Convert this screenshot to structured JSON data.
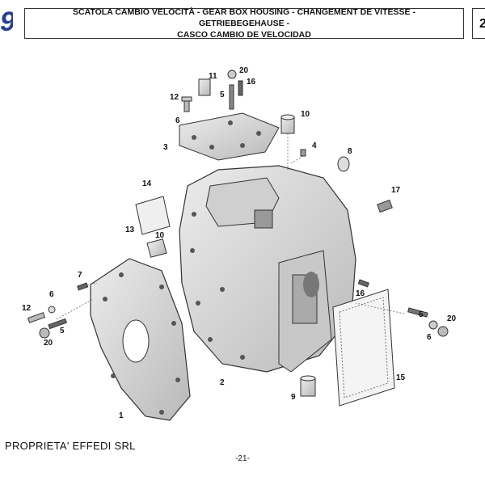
{
  "header": {
    "logo_letter": "9",
    "title_line1": "SCATOLA CAMBIO VELOCITÀ - GEAR BOX HOUSING - CHANGEMENT DE VITESSE - GETRIEBEGEHAUSE -",
    "title_line2": "CASCO CAMBIO DE VELOCIDAD",
    "section_number": "2"
  },
  "diagram": {
    "callouts": [
      "1",
      "2",
      "3",
      "4",
      "5",
      "5",
      "5",
      "6",
      "6",
      "6",
      "7",
      "8",
      "9",
      "10",
      "10",
      "11",
      "12",
      "12",
      "13",
      "14",
      "15",
      "16",
      "16",
      "17",
      "20",
      "20",
      "20"
    ]
  },
  "footer": {
    "owner": "PROPRIETA' EFFEDI SRL",
    "page_number": "-21-"
  },
  "colors": {
    "logo": "#2a3f8f",
    "part_fill": "#d9d9d9",
    "part_stroke": "#333333"
  }
}
